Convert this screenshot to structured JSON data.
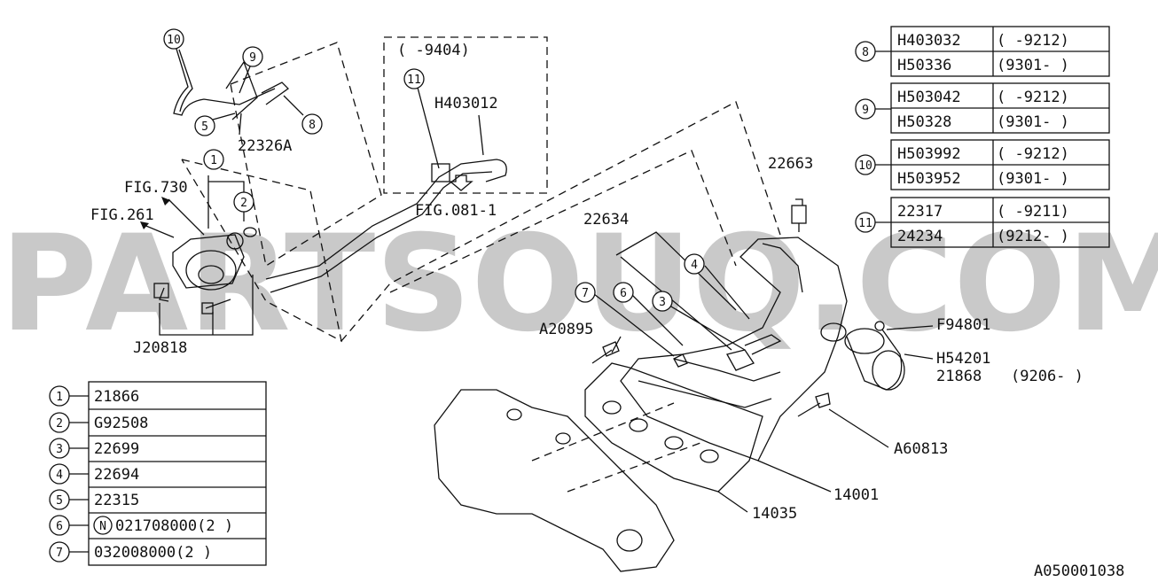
{
  "watermark": "PARTSOUQ.COM",
  "diagram_code": "A050001038",
  "fig_refs": {
    "fig730": "FIG.730",
    "fig261": "FIG.261",
    "fig081": "FIG.081-1",
    "range_top": "(      -9404)"
  },
  "part_labels": {
    "h403012": "H403012",
    "p22326a": "22326A",
    "j20818": "J20818",
    "p22663": "22663",
    "p22634": "22634",
    "a20895": "A20895",
    "f94801": "F94801",
    "h54201": "H54201",
    "p21868": "21868",
    "p21868_range": "(9206-       )",
    "a60813": "A60813",
    "p14001": "14001",
    "p14035": "14035"
  },
  "callouts": {
    "n1": "1",
    "n2": "2",
    "n3": "3",
    "n4": "4",
    "n5": "5",
    "n6": "6",
    "n7": "7",
    "n8": "8",
    "n9": "9",
    "n10": "10",
    "n11": "11"
  },
  "legend_table": [
    {
      "num": "1",
      "part": "21866"
    },
    {
      "num": "2",
      "part": "G92508"
    },
    {
      "num": "3",
      "part": "22699"
    },
    {
      "num": "4",
      "part": "22694"
    },
    {
      "num": "5",
      "part": "22315"
    },
    {
      "num": "6",
      "part": "021708000(2  )",
      "prefix": "N"
    },
    {
      "num": "7",
      "part": "032008000(2  )"
    }
  ],
  "variant_tables": [
    {
      "num": "8",
      "rows": [
        {
          "part": "H403032",
          "range": "(     -9212)"
        },
        {
          "part": "H50336",
          "range": "(9301-     )"
        }
      ]
    },
    {
      "num": "9",
      "rows": [
        {
          "part": "H503042",
          "range": "(     -9212)"
        },
        {
          "part": "H50328",
          "range": "(9301-     )"
        }
      ]
    },
    {
      "num": "10",
      "rows": [
        {
          "part": "H503992",
          "range": "(     -9212)"
        },
        {
          "part": "H503952",
          "range": "(9301-     )"
        }
      ]
    },
    {
      "num": "11",
      "rows": [
        {
          "part": "22317",
          "range": "(     -9211)"
        },
        {
          "part": "24234",
          "range": "(9212-     )"
        }
      ]
    }
  ]
}
